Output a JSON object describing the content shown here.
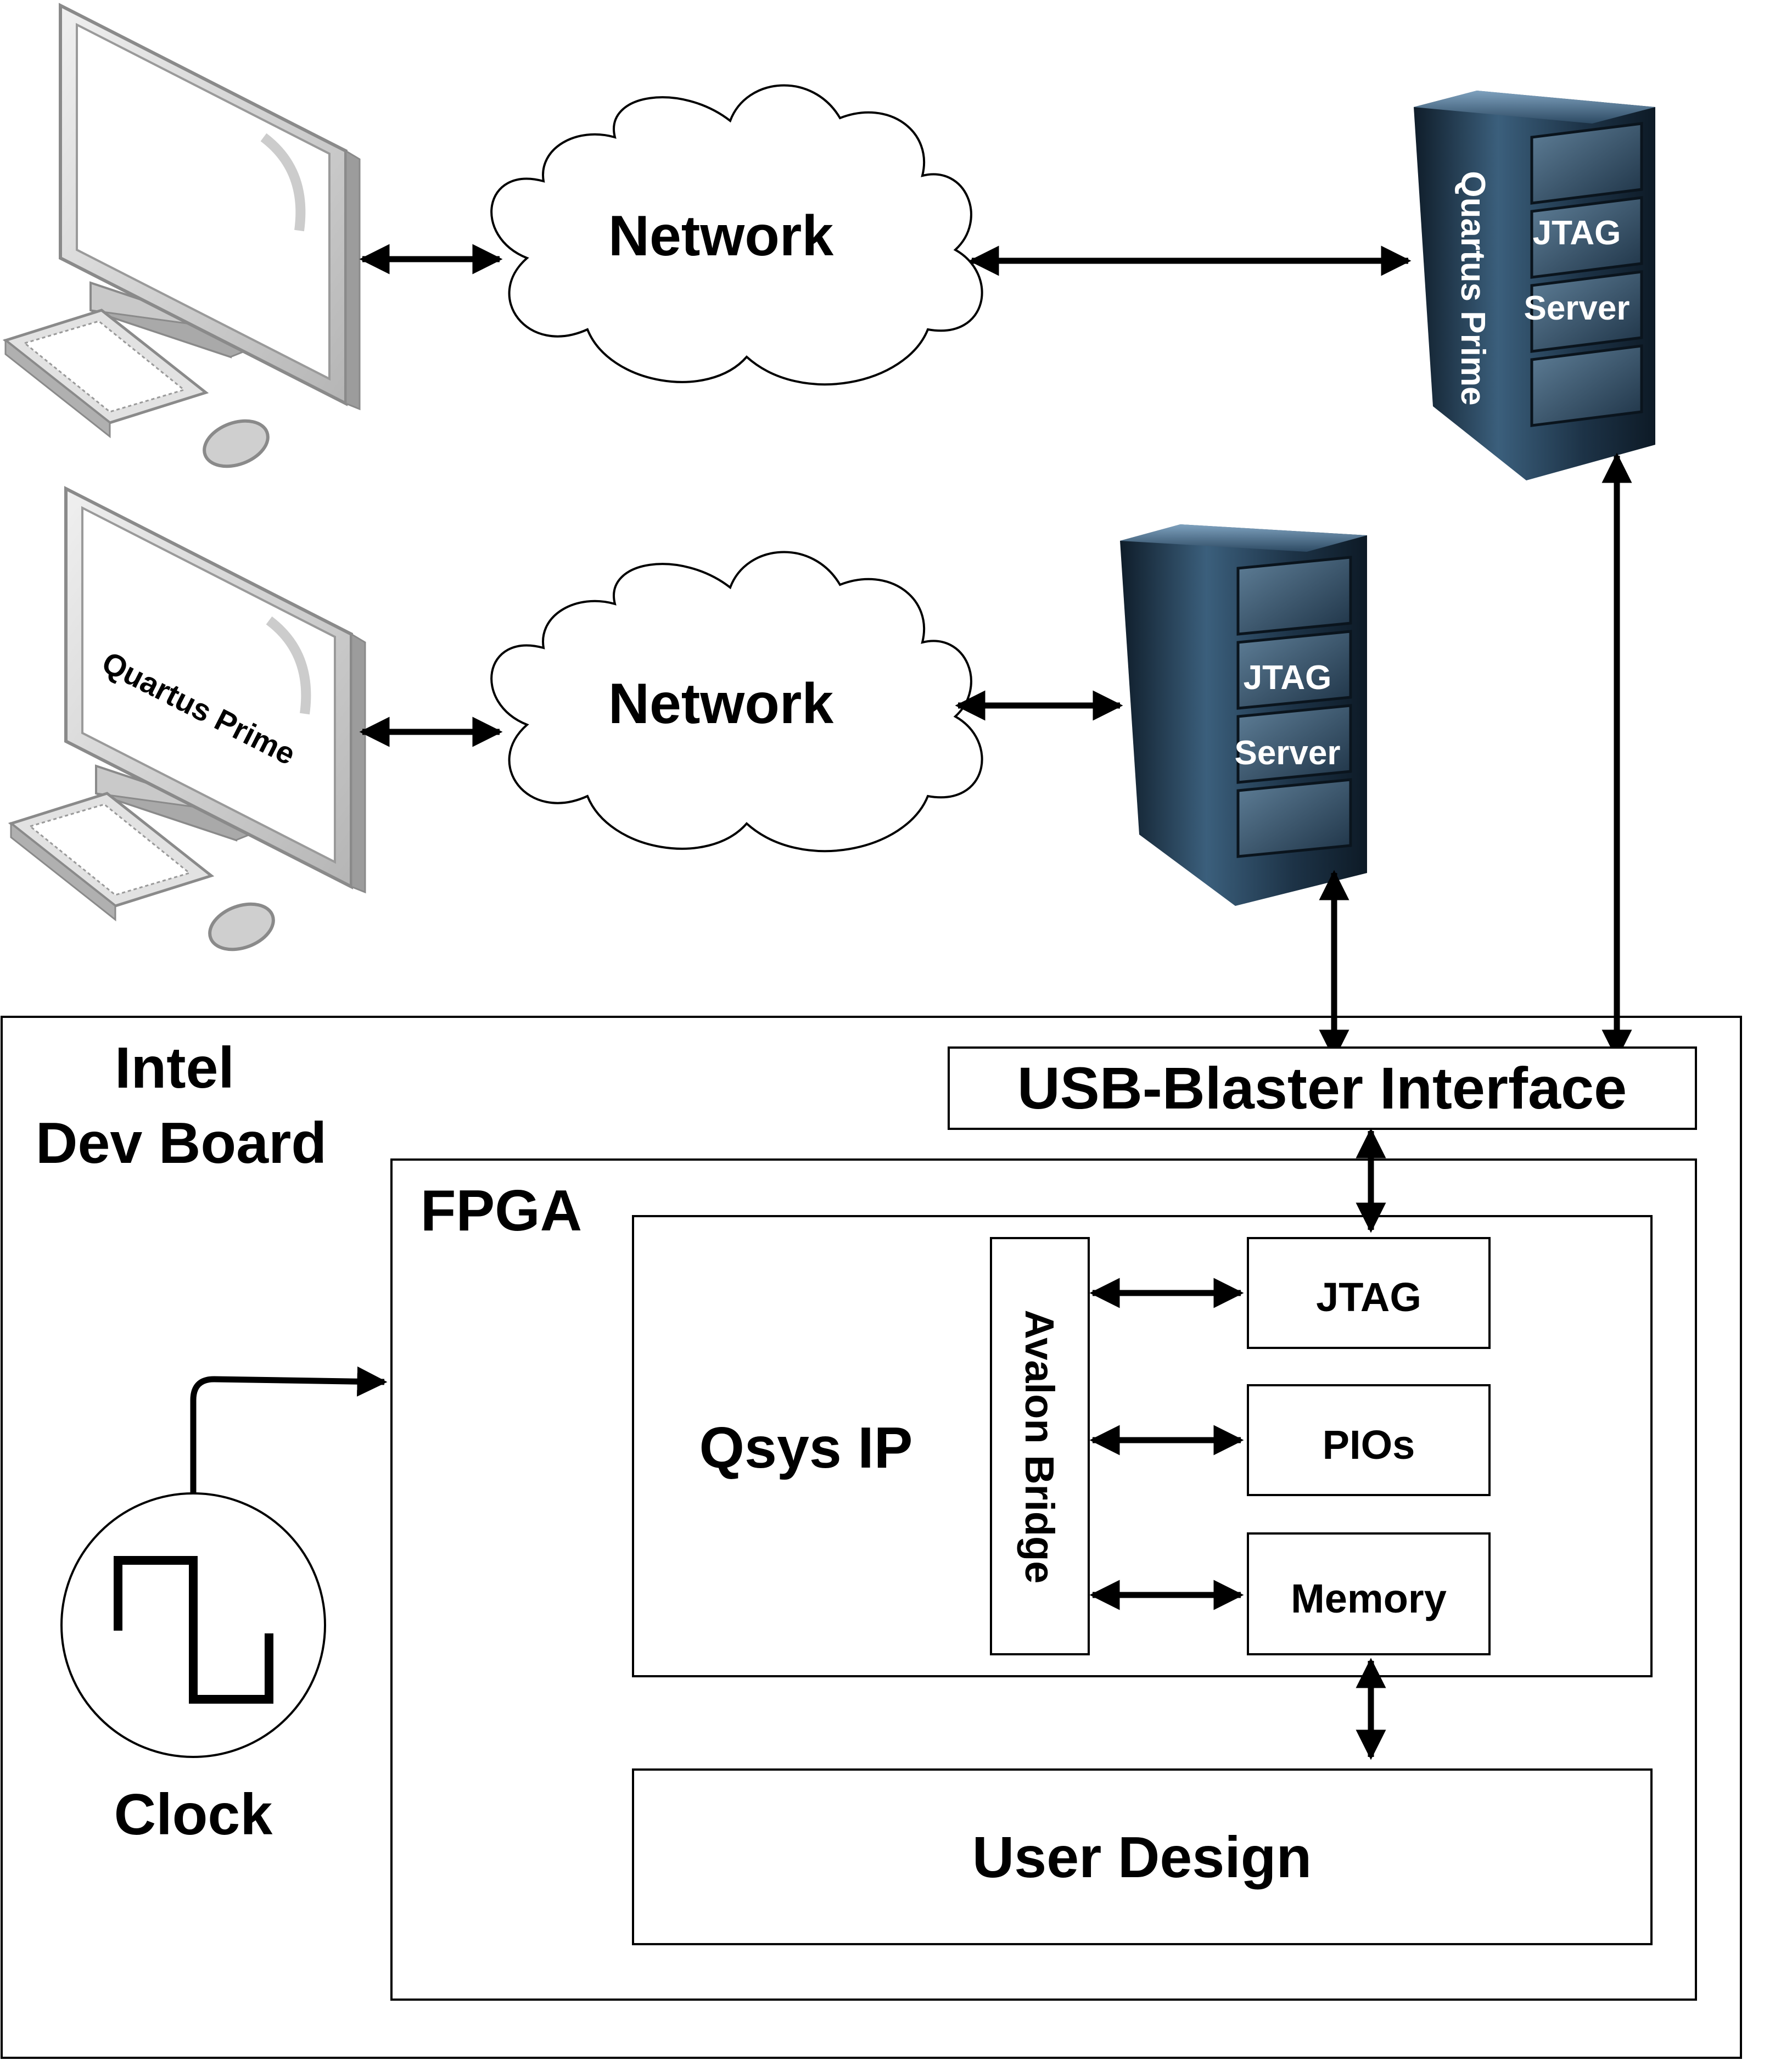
{
  "top_row": {
    "network_label": "Network",
    "server": {
      "line1": "JTAG",
      "line2": "Server",
      "side_label": "Quartus Prime"
    }
  },
  "middle_row": {
    "monitor_label": "Quartus Prime",
    "network_label": "Network",
    "server": {
      "line1": "JTAG",
      "line2": "Server"
    }
  },
  "board": {
    "title_line1": "Intel",
    "title_line2": "Dev Board",
    "usb_blaster": "USB-Blaster Interface",
    "fpga": "FPGA",
    "qsys": "Qsys IP",
    "avalon_bridge": "Avalon Bridge",
    "modules": [
      "JTAG",
      "PIOs",
      "Memory"
    ],
    "user_design": "User Design",
    "clock": "Clock"
  },
  "colors": {
    "line": "#000000",
    "server_dark": "#1a2c3d",
    "server_mid": "#34536e",
    "monitor_gray": "#d6d6d6"
  }
}
